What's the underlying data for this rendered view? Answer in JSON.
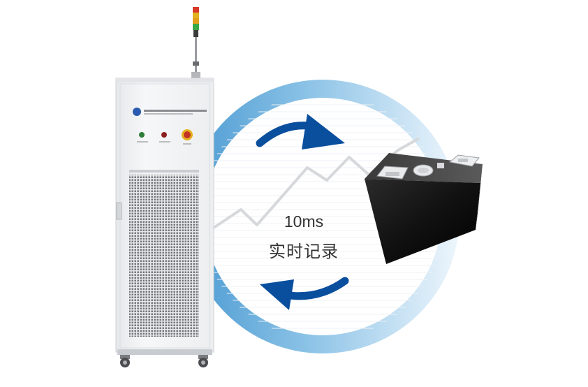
{
  "illustration": {
    "subject": "battery-cell-tester-cabinet",
    "icons": [
      "signal-tower-light",
      "tester-cabinet",
      "prismatic-battery-cell",
      "sync-cycle-arrows",
      "data-trend-line"
    ],
    "colors": {
      "ring_blue": "#5aa6d8",
      "arrow_blue": "#0a4f9e",
      "cabinet_body": "#f3f4f6",
      "battery_body": "#1a1a1a",
      "caption_text": "#333333"
    }
  },
  "caption": {
    "speed": "10ms",
    "mode": "实时记录"
  }
}
